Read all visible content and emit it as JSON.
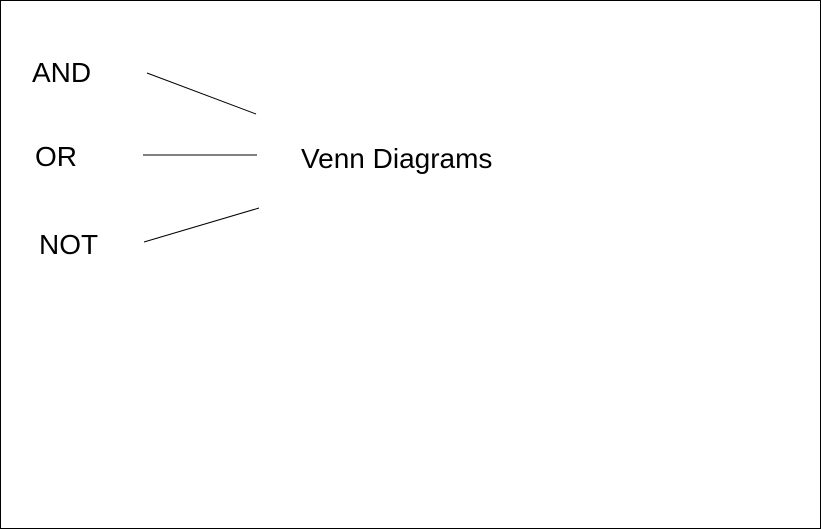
{
  "diagram": {
    "sources": [
      {
        "id": "and",
        "label": "AND"
      },
      {
        "id": "or",
        "label": "OR"
      },
      {
        "id": "not",
        "label": "NOT"
      }
    ],
    "target": {
      "id": "venn",
      "label": "Venn Diagrams"
    },
    "edges": [
      {
        "from": "and",
        "to": "venn"
      },
      {
        "from": "or",
        "to": "venn"
      },
      {
        "from": "not",
        "to": "venn"
      }
    ]
  },
  "colors": {
    "background": "#ffffff",
    "border": "#000000",
    "text": "#000000",
    "line": "#000000"
  }
}
